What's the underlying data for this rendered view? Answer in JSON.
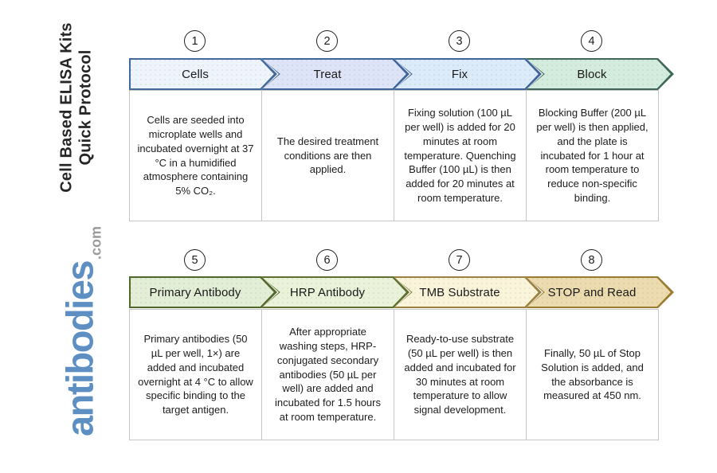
{
  "sidebar": {
    "title_line1": "Cell Based ELISA Kits",
    "title_line2": "Quick Protocol",
    "logo_main": "antibodies",
    "logo_suffix": ".com",
    "logo_color": "#5d8fc3",
    "logo_suffix_color": "#9b9b9b"
  },
  "steps": [
    {
      "number": "1",
      "title": "Cells",
      "description": "Cells are seeded into microplate wells and incubated overnight at 37 °C in a humidified atmosphere containing 5% CO₂.",
      "fill": "#eef4fb",
      "stroke": "#44699d"
    },
    {
      "number": "2",
      "title": "Treat",
      "description": "The desired treatment conditions are then applied.",
      "fill": "#dde4f8",
      "stroke": "#40659b"
    },
    {
      "number": "3",
      "title": "Fix",
      "description": "Fixing solution (100 µL per well) is added for 20 minutes at room temperature. Quenching Buffer (100 µL) is then added for 20 minutes at room temperature.",
      "fill": "#dcebfa",
      "stroke": "#40659b"
    },
    {
      "number": "4",
      "title": "Block",
      "description": "Blocking Buffer (200 µL per well) is then applied, and the plate is incubated for 1 hour at room temperature to reduce non-specific binding.",
      "fill": "#d3ecdd",
      "stroke": "#40685a"
    },
    {
      "number": "5",
      "title": "Primary Antibody",
      "description": "Primary antibodies (50 µL per well, 1×) are added and incubated overnight at 4 °C to allow specific binding to the target antigen.",
      "fill": "#e2eed5",
      "stroke": "#50682c"
    },
    {
      "number": "6",
      "title": "HRP Antibody",
      "description": "After appropriate washing steps, HRP-conjugated secondary antibodies (50 µL per well) are added and incubated for 1.5 hours at room temperature.",
      "fill": "#ebf2da",
      "stroke": "#5f7030"
    },
    {
      "number": "7",
      "title": "TMB Substrate",
      "description": "Ready-to-use substrate (50 µL per well) is then added and incubated for 30 minutes at room temperature to allow signal development.",
      "fill": "#f9f4da",
      "stroke": "#9c8040"
    },
    {
      "number": "8",
      "title": "STOP and Read",
      "description": "Finally, 50 µL of Stop Solution is added, and the absorbance is measured at 450 nm.",
      "fill": "#ecdbae",
      "stroke": "#997b32"
    }
  ]
}
